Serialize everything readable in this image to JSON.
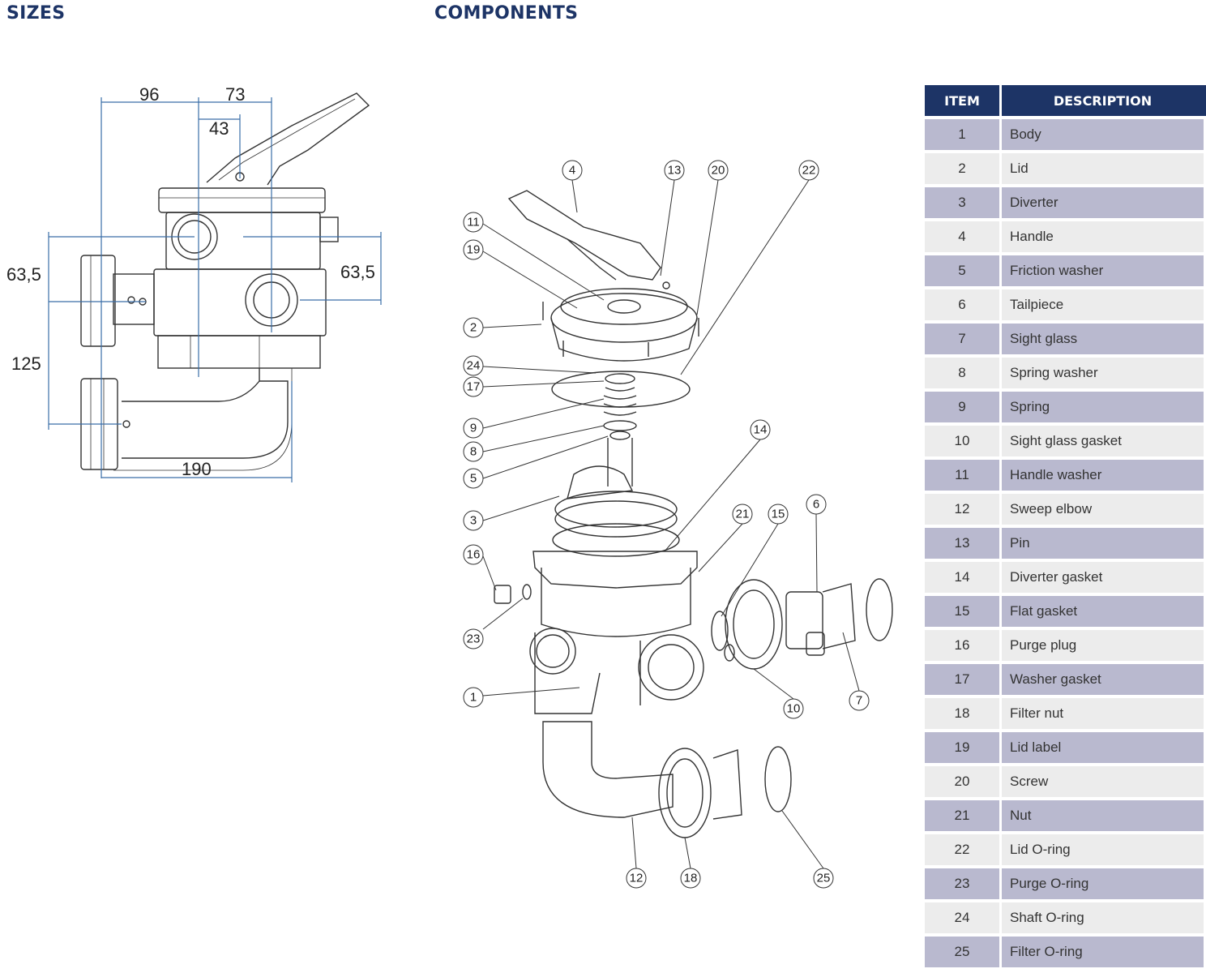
{
  "headings": {
    "sizes": "SIZES",
    "components": "COMPONENTS"
  },
  "dimensions": {
    "d96": "96",
    "d73": "73",
    "d43": "43",
    "d63_left": "63,5",
    "d63_right": "63,5",
    "d125": "125",
    "d190": "190"
  },
  "callouts": [
    "1",
    "2",
    "3",
    "4",
    "5",
    "6",
    "7",
    "8",
    "9",
    "10",
    "11",
    "12",
    "13",
    "14",
    "15",
    "16",
    "17",
    "18",
    "19",
    "20",
    "21",
    "22",
    "23",
    "24",
    "25"
  ],
  "table": {
    "headers": {
      "item": "ITEM",
      "description": "DESCRIPTION"
    },
    "rows": [
      {
        "item": "1",
        "description": "Body"
      },
      {
        "item": "2",
        "description": "Lid"
      },
      {
        "item": "3",
        "description": "Diverter"
      },
      {
        "item": "4",
        "description": "Handle"
      },
      {
        "item": "5",
        "description": "Friction washer"
      },
      {
        "item": "6",
        "description": "Tailpiece"
      },
      {
        "item": "7",
        "description": "Sight glass"
      },
      {
        "item": "8",
        "description": "Spring washer"
      },
      {
        "item": "9",
        "description": "Spring"
      },
      {
        "item": "10",
        "description": "Sight glass gasket"
      },
      {
        "item": "11",
        "description": "Handle washer"
      },
      {
        "item": "12",
        "description": "Sweep elbow"
      },
      {
        "item": "13",
        "description": "Pin"
      },
      {
        "item": "14",
        "description": "Diverter gasket"
      },
      {
        "item": "15",
        "description": "Flat gasket"
      },
      {
        "item": "16",
        "description": "Purge plug"
      },
      {
        "item": "17",
        "description": "Washer gasket"
      },
      {
        "item": "18",
        "description": "Filter nut"
      },
      {
        "item": "19",
        "description": "Lid label"
      },
      {
        "item": "20",
        "description": "Screw"
      },
      {
        "item": "21",
        "description": "Nut"
      },
      {
        "item": "22",
        "description": "Lid O-ring"
      },
      {
        "item": "23",
        "description": "Purge O-ring"
      },
      {
        "item": "24",
        "description": "Shaft O-ring"
      },
      {
        "item": "25",
        "description": "Filter O-ring"
      }
    ]
  },
  "colors": {
    "heading": "#1d3466",
    "dimension_line": "#3a6ea8",
    "row_odd": "#b9b9cf",
    "row_even": "#ececec"
  }
}
